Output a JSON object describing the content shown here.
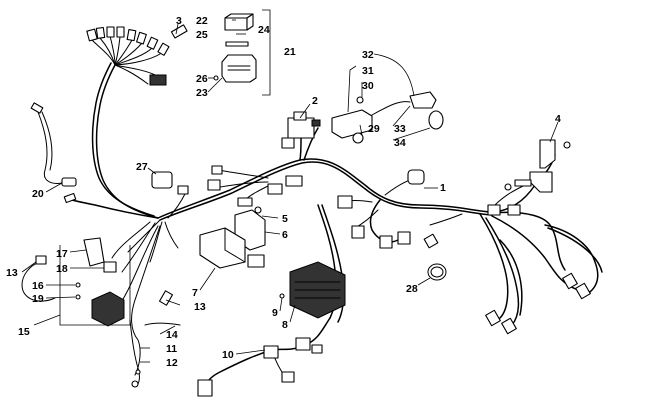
{
  "callouts": [
    {
      "id": "c1",
      "label": "1"
    },
    {
      "id": "c2",
      "label": "2"
    },
    {
      "id": "c3",
      "label": "3"
    },
    {
      "id": "c4",
      "label": "4"
    },
    {
      "id": "c5",
      "label": "5"
    },
    {
      "id": "c6",
      "label": "6"
    },
    {
      "id": "c7",
      "label": "7"
    },
    {
      "id": "c8",
      "label": "8"
    },
    {
      "id": "c9",
      "label": "9"
    },
    {
      "id": "c10",
      "label": "10"
    },
    {
      "id": "c11",
      "label": "11"
    },
    {
      "id": "c12",
      "label": "12"
    },
    {
      "id": "c13a",
      "label": "13"
    },
    {
      "id": "c13b",
      "label": "13"
    },
    {
      "id": "c14",
      "label": "14"
    },
    {
      "id": "c15",
      "label": "15"
    },
    {
      "id": "c16",
      "label": "16"
    },
    {
      "id": "c17",
      "label": "17"
    },
    {
      "id": "c18",
      "label": "18"
    },
    {
      "id": "c19",
      "label": "19"
    },
    {
      "id": "c20",
      "label": "20"
    },
    {
      "id": "c21",
      "label": "21"
    },
    {
      "id": "c22",
      "label": "22"
    },
    {
      "id": "c23",
      "label": "23"
    },
    {
      "id": "c24",
      "label": "24"
    },
    {
      "id": "c25",
      "label": "25"
    },
    {
      "id": "c26",
      "label": "26"
    },
    {
      "id": "c27",
      "label": "27"
    },
    {
      "id": "c28",
      "label": "28"
    },
    {
      "id": "c29",
      "label": "29"
    },
    {
      "id": "c30",
      "label": "30"
    },
    {
      "id": "c31",
      "label": "31"
    },
    {
      "id": "c32",
      "label": "32"
    },
    {
      "id": "c33",
      "label": "33"
    },
    {
      "id": "c34",
      "label": "34"
    }
  ]
}
